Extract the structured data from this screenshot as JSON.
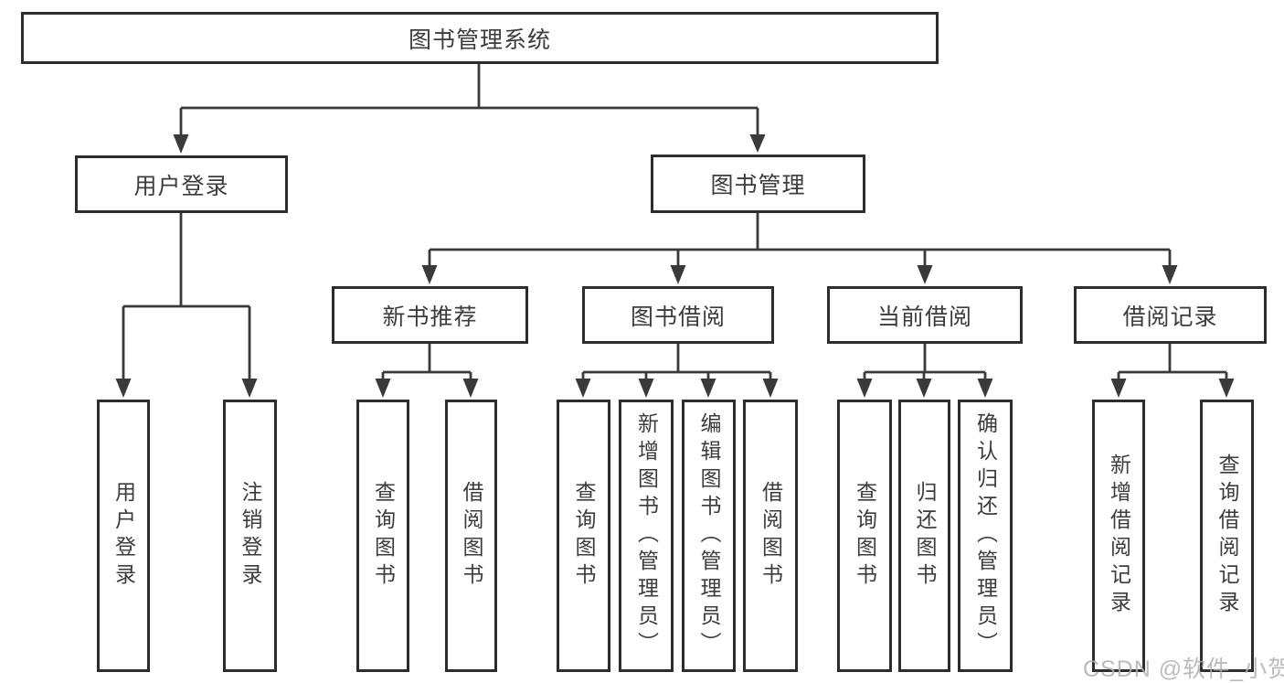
{
  "diagram": {
    "title": "图书管理系统",
    "watermark": "CSDN @软件_小贺同学",
    "colors": {
      "page_bg": "#ffffff",
      "box_bg": "#ffffff",
      "box_border": "#2d2d2d",
      "line": "#3a3a3a",
      "text": "#3c3c3c",
      "watermark": "#b1aeae"
    },
    "nodes": {
      "root": {
        "label": "图书管理系统"
      },
      "user_login": {
        "label": "用户登录"
      },
      "book_mgmt": {
        "label": "图书管理"
      },
      "new_book_rec": {
        "label": "新书推荐"
      },
      "book_borrow": {
        "label": "图书借阅"
      },
      "current_borrow": {
        "label": "当前借阅"
      },
      "borrow_records": {
        "label": "借阅记录"
      },
      "leaf_user_login": {
        "label": "用户登录"
      },
      "leaf_logout": {
        "label": "注销登录"
      },
      "leaf_nbr_query": {
        "label": "查询图书"
      },
      "leaf_nbr_borrow": {
        "label": "借阅图书"
      },
      "leaf_bb_query": {
        "label": "查询图书"
      },
      "leaf_bb_add": {
        "label": "新增图书（管理员）"
      },
      "leaf_bb_edit": {
        "label": "编辑图书（管理员）"
      },
      "leaf_bb_borrow": {
        "label": "借阅图书"
      },
      "leaf_cb_query": {
        "label": "查询图书"
      },
      "leaf_cb_return": {
        "label": "归还图书"
      },
      "leaf_cb_confirm": {
        "label": "确认归还（管理员）"
      },
      "leaf_br_add": {
        "label": "新增借阅记录"
      },
      "leaf_br_query": {
        "label": "查询借阅记录"
      }
    },
    "structure": [
      {
        "parent": "root",
        "children": [
          "user_login",
          "book_mgmt"
        ]
      },
      {
        "parent": "user_login",
        "children": [
          "leaf_user_login",
          "leaf_logout"
        ]
      },
      {
        "parent": "book_mgmt",
        "children": [
          "new_book_rec",
          "book_borrow",
          "current_borrow",
          "borrow_records"
        ]
      },
      {
        "parent": "new_book_rec",
        "children": [
          "leaf_nbr_query",
          "leaf_nbr_borrow"
        ]
      },
      {
        "parent": "book_borrow",
        "children": [
          "leaf_bb_query",
          "leaf_bb_add",
          "leaf_bb_edit",
          "leaf_bb_borrow"
        ]
      },
      {
        "parent": "current_borrow",
        "children": [
          "leaf_cb_query",
          "leaf_cb_return",
          "leaf_cb_confirm"
        ]
      },
      {
        "parent": "borrow_records",
        "children": [
          "leaf_br_add",
          "leaf_br_query"
        ]
      }
    ]
  }
}
